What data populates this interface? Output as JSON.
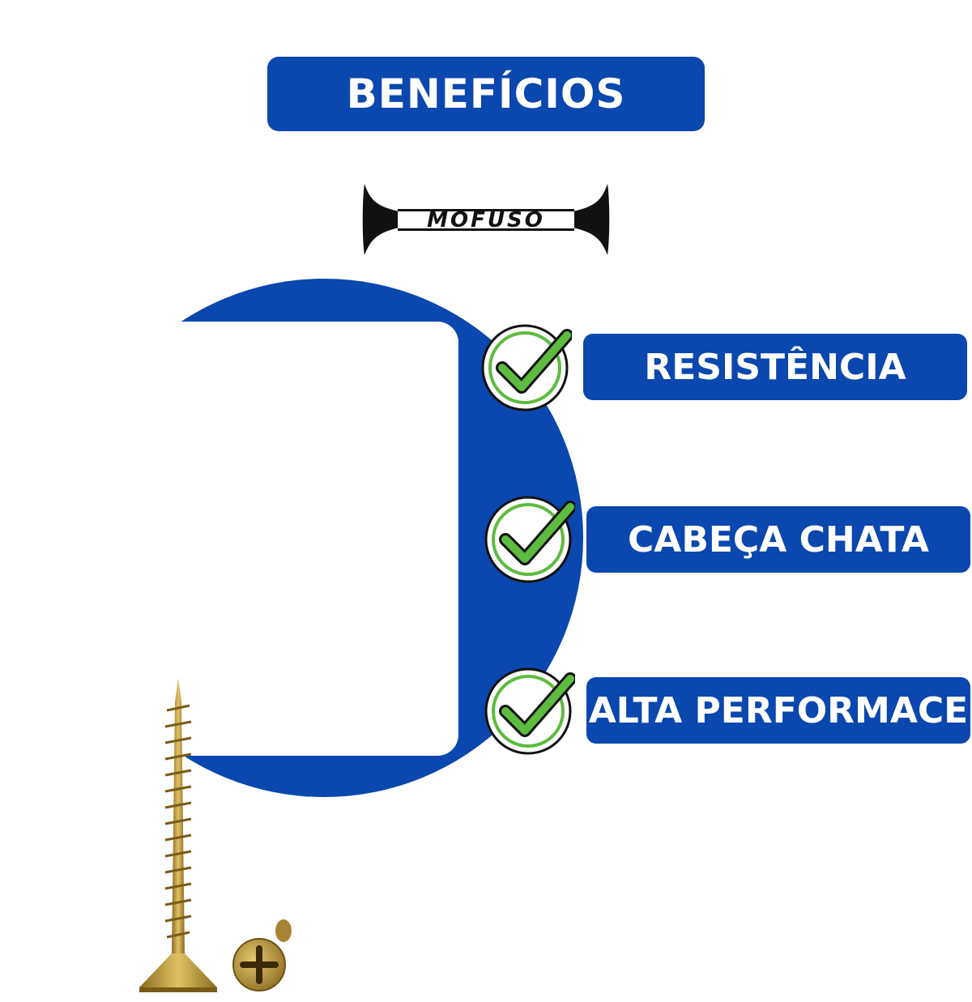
{
  "header": {
    "title": "BENEFÍCIOS"
  },
  "brand": {
    "logo_text": "MOFUSO"
  },
  "benefits": [
    {
      "label": "RESISTÊNCIA",
      "icon": "checkmark-icon"
    },
    {
      "label": "CABEÇA CHATA",
      "icon": "checkmark-icon"
    },
    {
      "label": "ALTA PERFORMACE",
      "icon": "checkmark-icon"
    }
  ],
  "colors": {
    "accent_blue": "#0A47AE",
    "check_green": "#5DBB3F",
    "screw_gold": "#C9A23A"
  }
}
